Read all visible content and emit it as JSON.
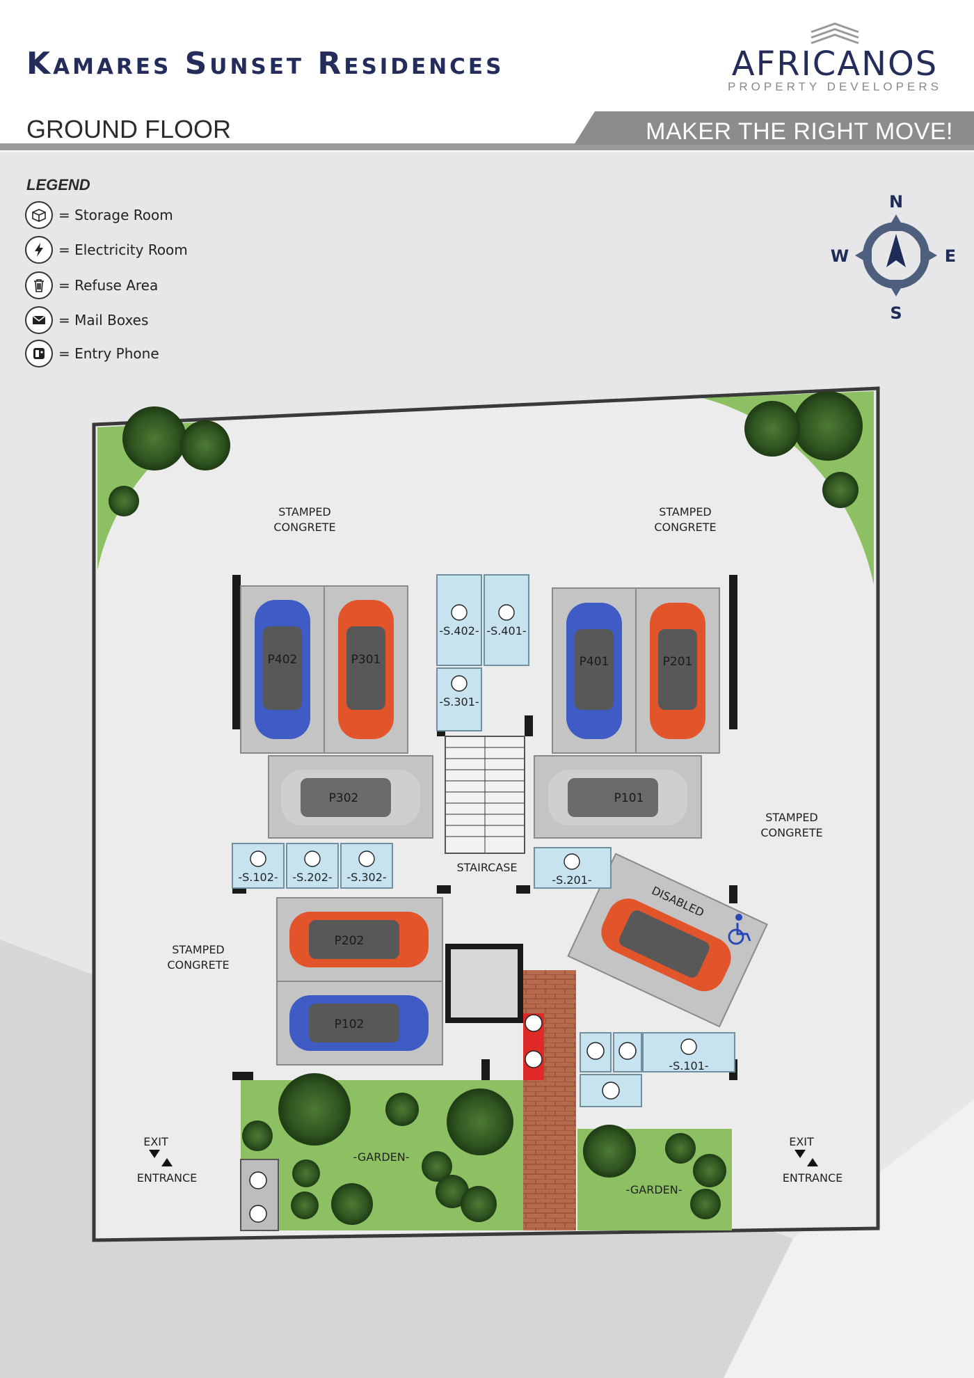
{
  "header": {
    "title": "Kamares Sunset Residences",
    "floor_title": "GROUND FLOOR",
    "slogan": "MAKER THE RIGHT MOVE!"
  },
  "logo": {
    "name": "AFRICANOS",
    "subtitle": "PROPERTY DEVELOPERS"
  },
  "legend": {
    "title": "LEGEND",
    "items": [
      {
        "icon": "storage-room-icon",
        "label": "= Storage Room"
      },
      {
        "icon": "electricity-room-icon",
        "label": "= Electricity Room"
      },
      {
        "icon": "refuse-area-icon",
        "label": "= Refuse Area"
      },
      {
        "icon": "mail-boxes-icon",
        "label": "= Mail Boxes"
      },
      {
        "icon": "entry-phone-icon",
        "label": "= Entry Phone"
      }
    ]
  },
  "compass": {
    "n": "N",
    "e": "E",
    "s": "S",
    "w": "W"
  },
  "areas": {
    "stamped_line1": "STAMPED",
    "stamped_line2": "CONGRETE",
    "staircase": "STAIRCASE",
    "garden": "-GARDEN-",
    "disabled": "DISABLED",
    "exit": "EXIT",
    "entrance": "ENTRANCE"
  },
  "parking": [
    "P402",
    "P301",
    "P401",
    "P201",
    "P302",
    "P101",
    "P202",
    "P102"
  ],
  "storage": [
    "-S.402-",
    "-S.401-",
    "-S.301-",
    "-S.102-",
    "-S.202-",
    "-S.302-",
    "-S.201-",
    "-S.101-"
  ],
  "colors": {
    "navy": "#232c5a",
    "car_blue": "#3e5cc4",
    "car_orange": "#e2542a",
    "car_silver": "#c9c9c9",
    "storage_blue": "#c7e3ef",
    "garden_green": "#8dc063",
    "brick": "#b76b4c"
  }
}
